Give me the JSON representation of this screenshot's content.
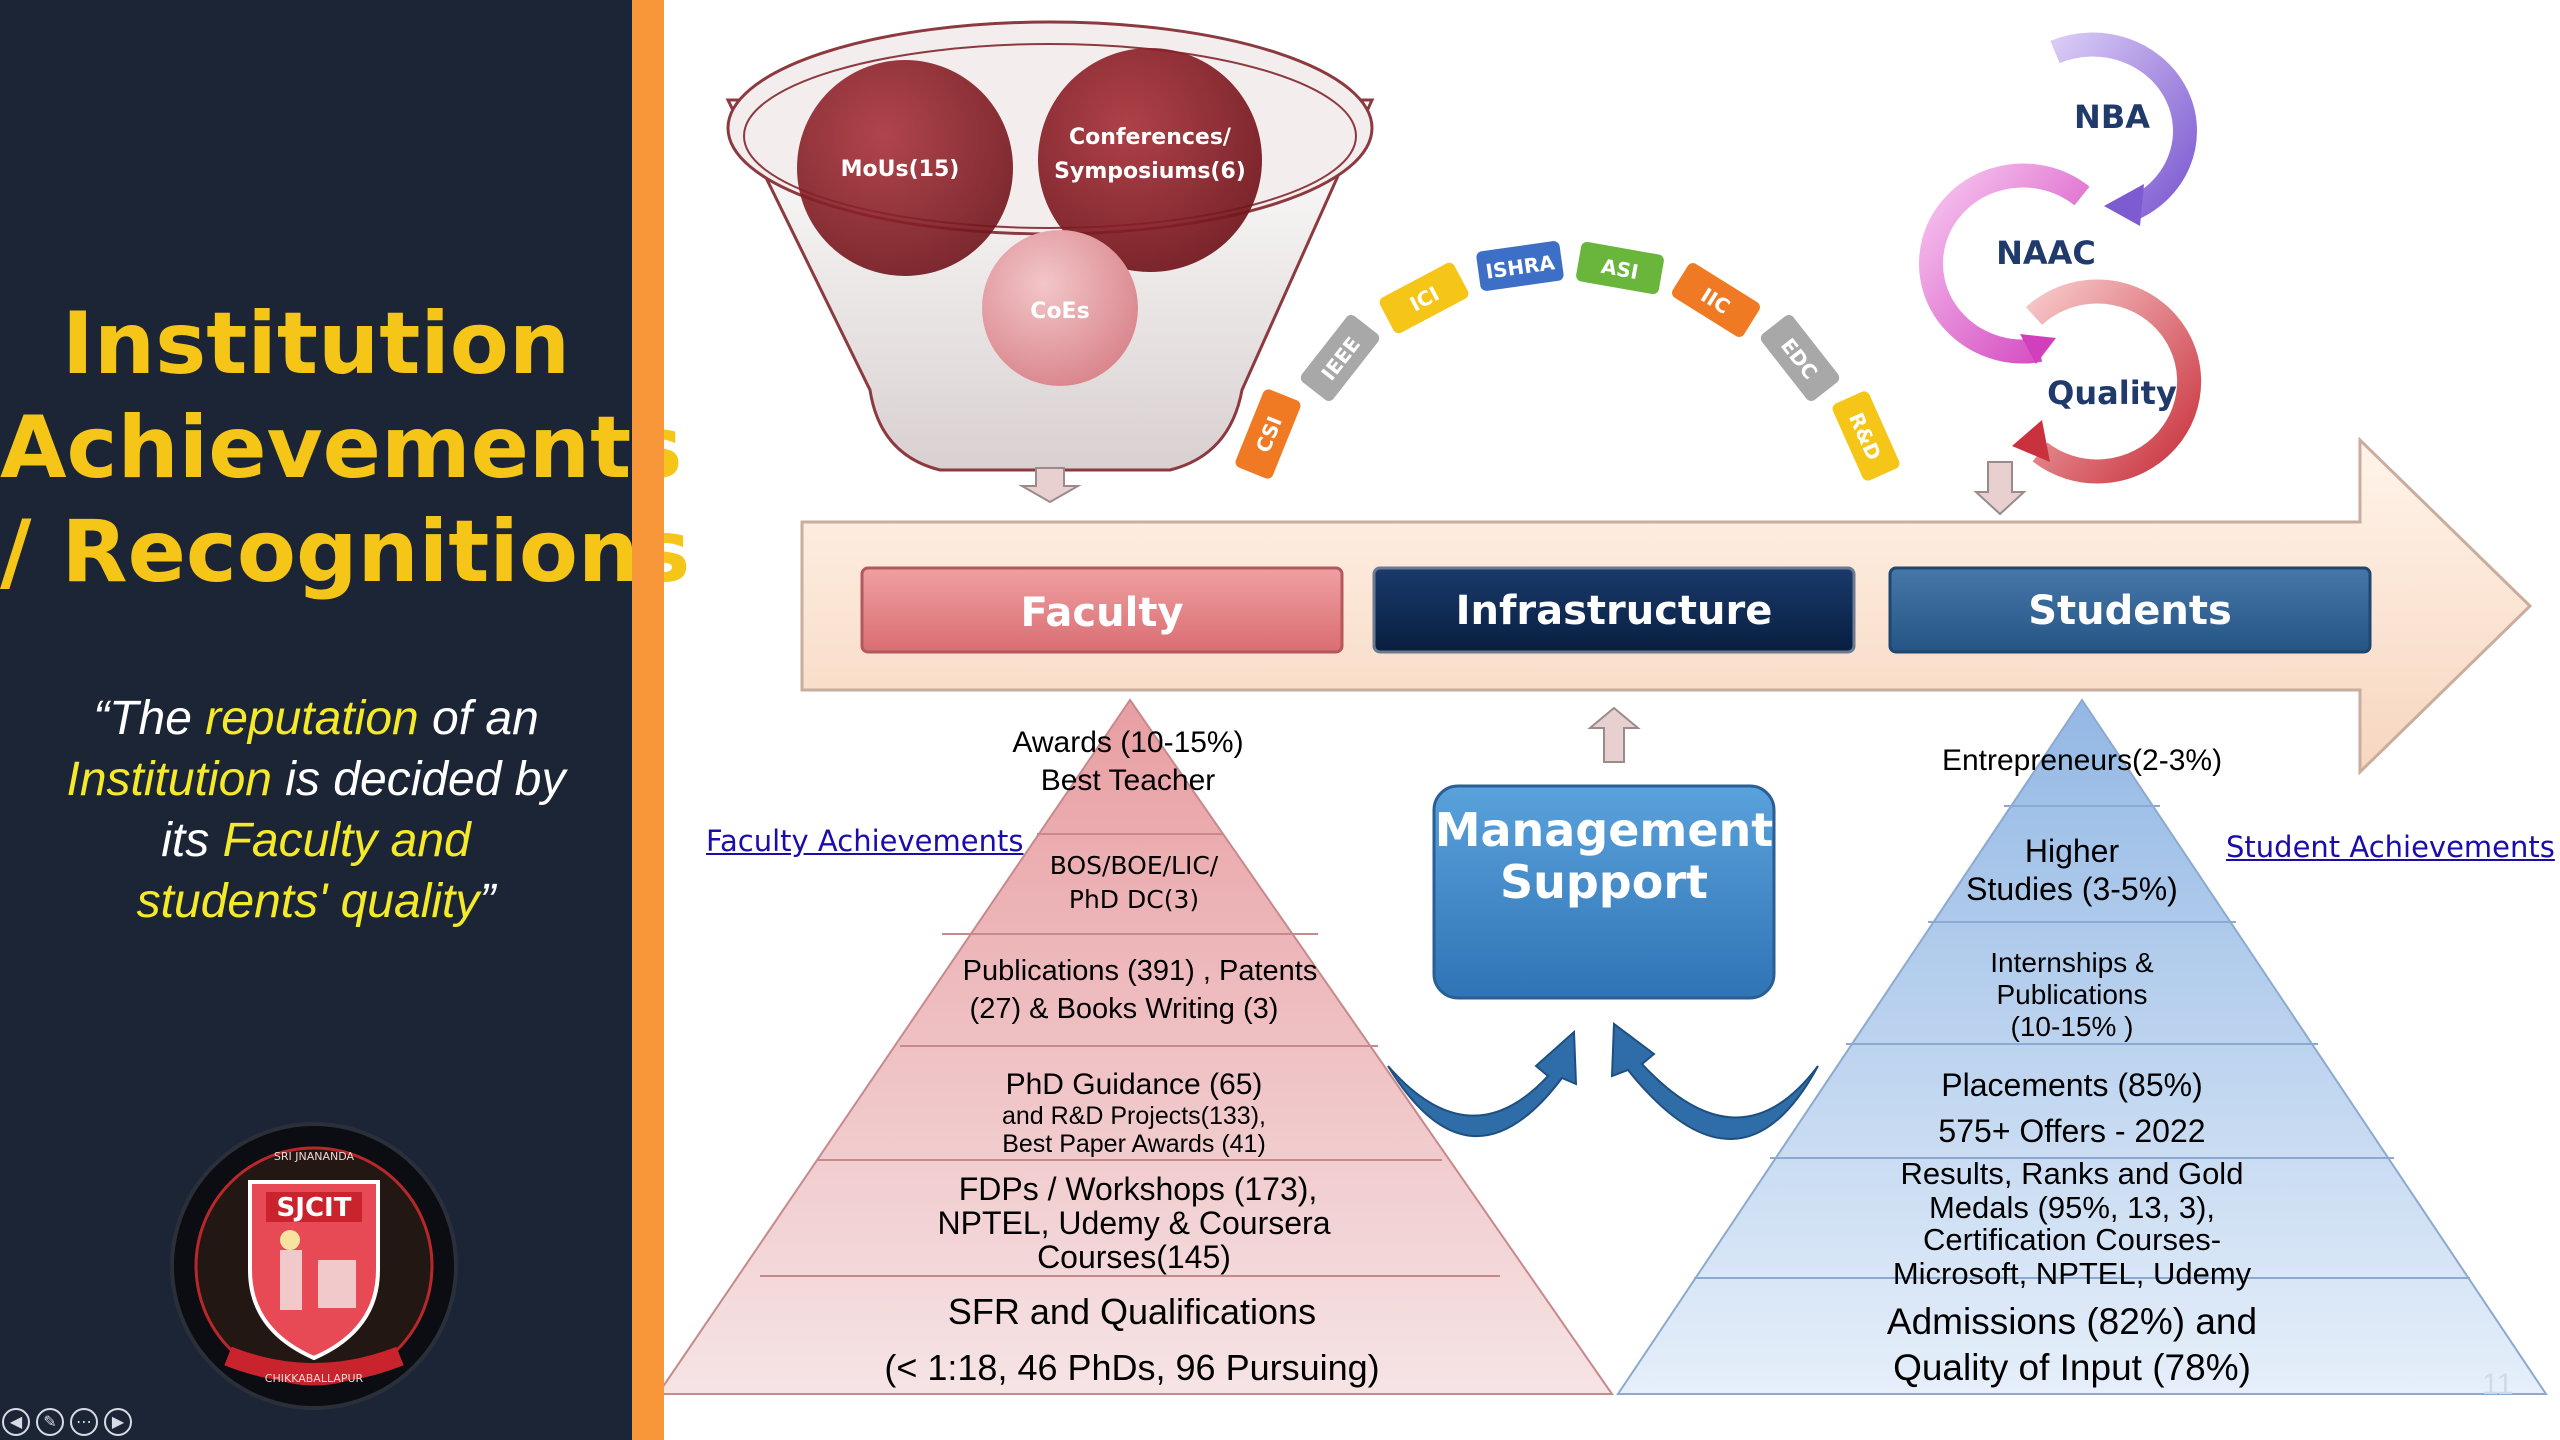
{
  "left_panel": {
    "title_lines": [
      "Institution",
      "Achievements",
      "/ Recognitions"
    ],
    "quote": {
      "line1_a": "“The ",
      "line1_hl": "reputation",
      "line1_b": " of an",
      "line2_hl": "Institution",
      "line2_b": " is decided by",
      "line3_a": "its ",
      "line3_hl": "Faculty and",
      "line4_hl": "students'  quality",
      "line4_b": "”"
    },
    "logo": {
      "main": "SJCIT",
      "ring_top": "SRI JNANANDA",
      "ring_bottom": "CHIKKABALLAPUR"
    }
  },
  "funnel": {
    "mous": "MoUs(15)",
    "conf_line1": "Conferences/",
    "conf_line2": "Symposiums(6)",
    "coes": "CoEs"
  },
  "arc_tags": [
    "CSI",
    "IEEE",
    "ICI",
    "ISHRA",
    "ASI",
    "IIC",
    "EDC",
    "R&D"
  ],
  "cycles": [
    "NBA",
    "NAAC",
    "Quality"
  ],
  "pillars": {
    "faculty": "Faculty",
    "infrastructure": "Infrastructure",
    "students": "Students"
  },
  "management": {
    "line1": "Management",
    "line2": "Support"
  },
  "faculty_pyramid": {
    "apex_line1": "Awards (10-15%)",
    "apex_line2": "Best Teacher",
    "level2_line1": "BOS/BOE/LIC/",
    "level2_line2": "PhD DC(3)",
    "level3_line1": "Publications (391) , Patents",
    "level3_line2": "(27)  & Books Writing (3)",
    "level4_line1": "PhD Guidance (65)",
    "level4_line2": "and R&D Projects(133),",
    "level4_line3": "Best Paper Awards (41)",
    "level5_line1": "FDPs / Workshops (173),",
    "level5_line2": "NPTEL, Udemy & Coursera",
    "level5_line3": "Courses(145)",
    "base_line1": "SFR and Qualifications",
    "base_line2": "(< 1:18, 46 PhDs, 96 Pursuing)"
  },
  "student_pyramid": {
    "apex": "Entrepreneurs(2-3%)",
    "level2_line1": "Higher",
    "level2_line2": "Studies (3-5%)",
    "level3_line1": "Internships &",
    "level3_line2": "Publications",
    "level3_line3": "(10-15% )",
    "level4_line1": "Placements (85%)",
    "level4_line2": "575+ Offers - 2022",
    "level5_line1": "Results, Ranks and Gold",
    "level5_line2": "Medals (95%, 13, 3),",
    "level5_line3": "Certification Courses-",
    "level5_line4": "Microsoft, NPTEL, Udemy",
    "base_line1": "Admissions (82%) and",
    "base_line2": "Quality of Input (78%)"
  },
  "links": {
    "faculty": "Faculty Achievements",
    "student": "Student Achievements"
  },
  "nav_icons": [
    "back-icon",
    "pen-icon",
    "more-icon",
    "forward-icon"
  ],
  "page_number": "11",
  "colors": {
    "panel_bg": "#1c2536",
    "title": "#f5c518",
    "accent_orange": "#f7973a",
    "faculty": "#e07f82",
    "infrastructure": "#0e2a52",
    "students": "#2f6394",
    "management": "#3b86c6"
  }
}
